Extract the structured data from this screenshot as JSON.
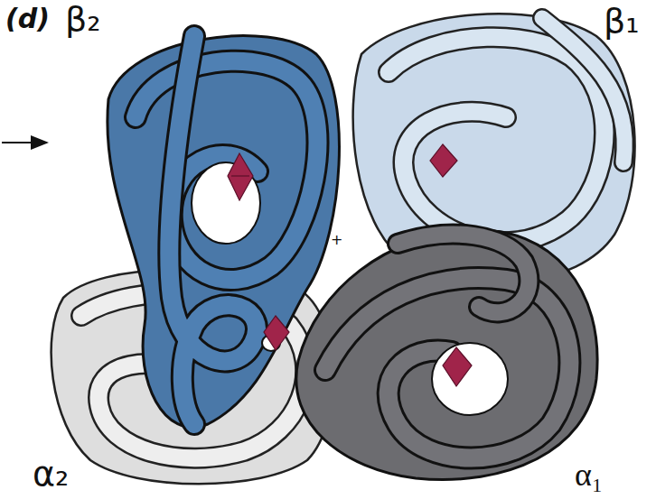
{
  "diagram": {
    "labels": [
      "(d)",
      "β₂",
      "β₁",
      "α₂",
      "α₁",
      "+"
    ]
  }
}
